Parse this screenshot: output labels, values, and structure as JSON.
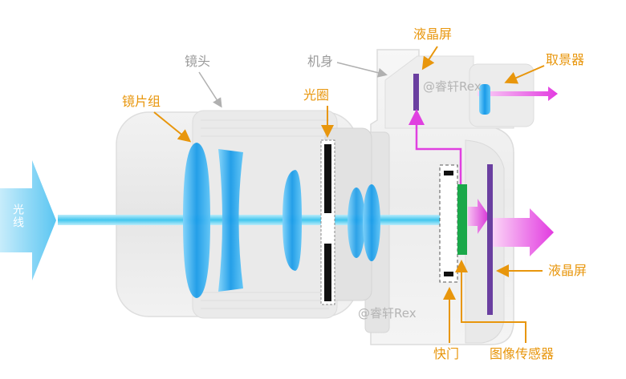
{
  "labels": {
    "lens": "镜头",
    "body": "机身",
    "lens_group": "镜片组",
    "aperture": "光圈",
    "lcd_top": "液晶屏",
    "viewfinder": "取景器",
    "lcd_right": "液晶屏",
    "shutter": "快门",
    "image_sensor": "图像传感器",
    "light": "光线"
  },
  "watermarks": {
    "top": "@睿轩Rex",
    "bottom": "@睿轩Rex"
  },
  "colors": {
    "label_orange": "#e8960c",
    "label_gray": "#9a9a9a",
    "lens_blue": "#29a9ee",
    "light_beam": "#55d0f0",
    "sensor_green": "#1aa84a",
    "screen_purple": "#6a3fa0",
    "signal_pink": "#e040e0"
  }
}
